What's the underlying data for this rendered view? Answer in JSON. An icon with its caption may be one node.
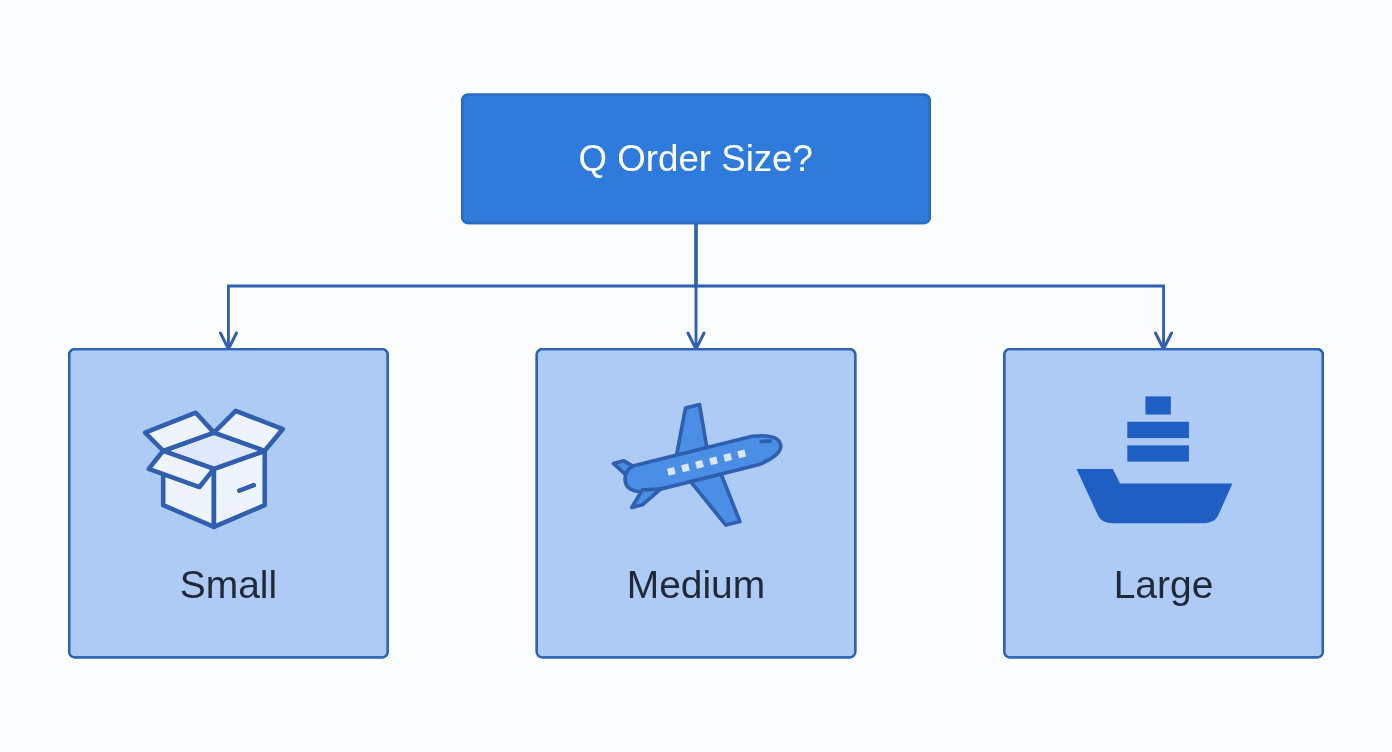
{
  "diagram": {
    "nodes": [
      {
        "text": [
          "Q Order Size?"
        ]
      },
      {
        "text": [
          "Small"
        ]
      },
      {
        "text": [
          "Medium"
        ]
      },
      {
        "text": [
          "Large"
        ]
      }
    ],
    "edges": [
      {
        "from": 0,
        "to": 1,
        "arrow": "to"
      },
      {
        "from": 0,
        "to": 2,
        "arrow": "to"
      },
      {
        "from": 0,
        "to": 3,
        "arrow": "to"
      }
    ]
  }
}
